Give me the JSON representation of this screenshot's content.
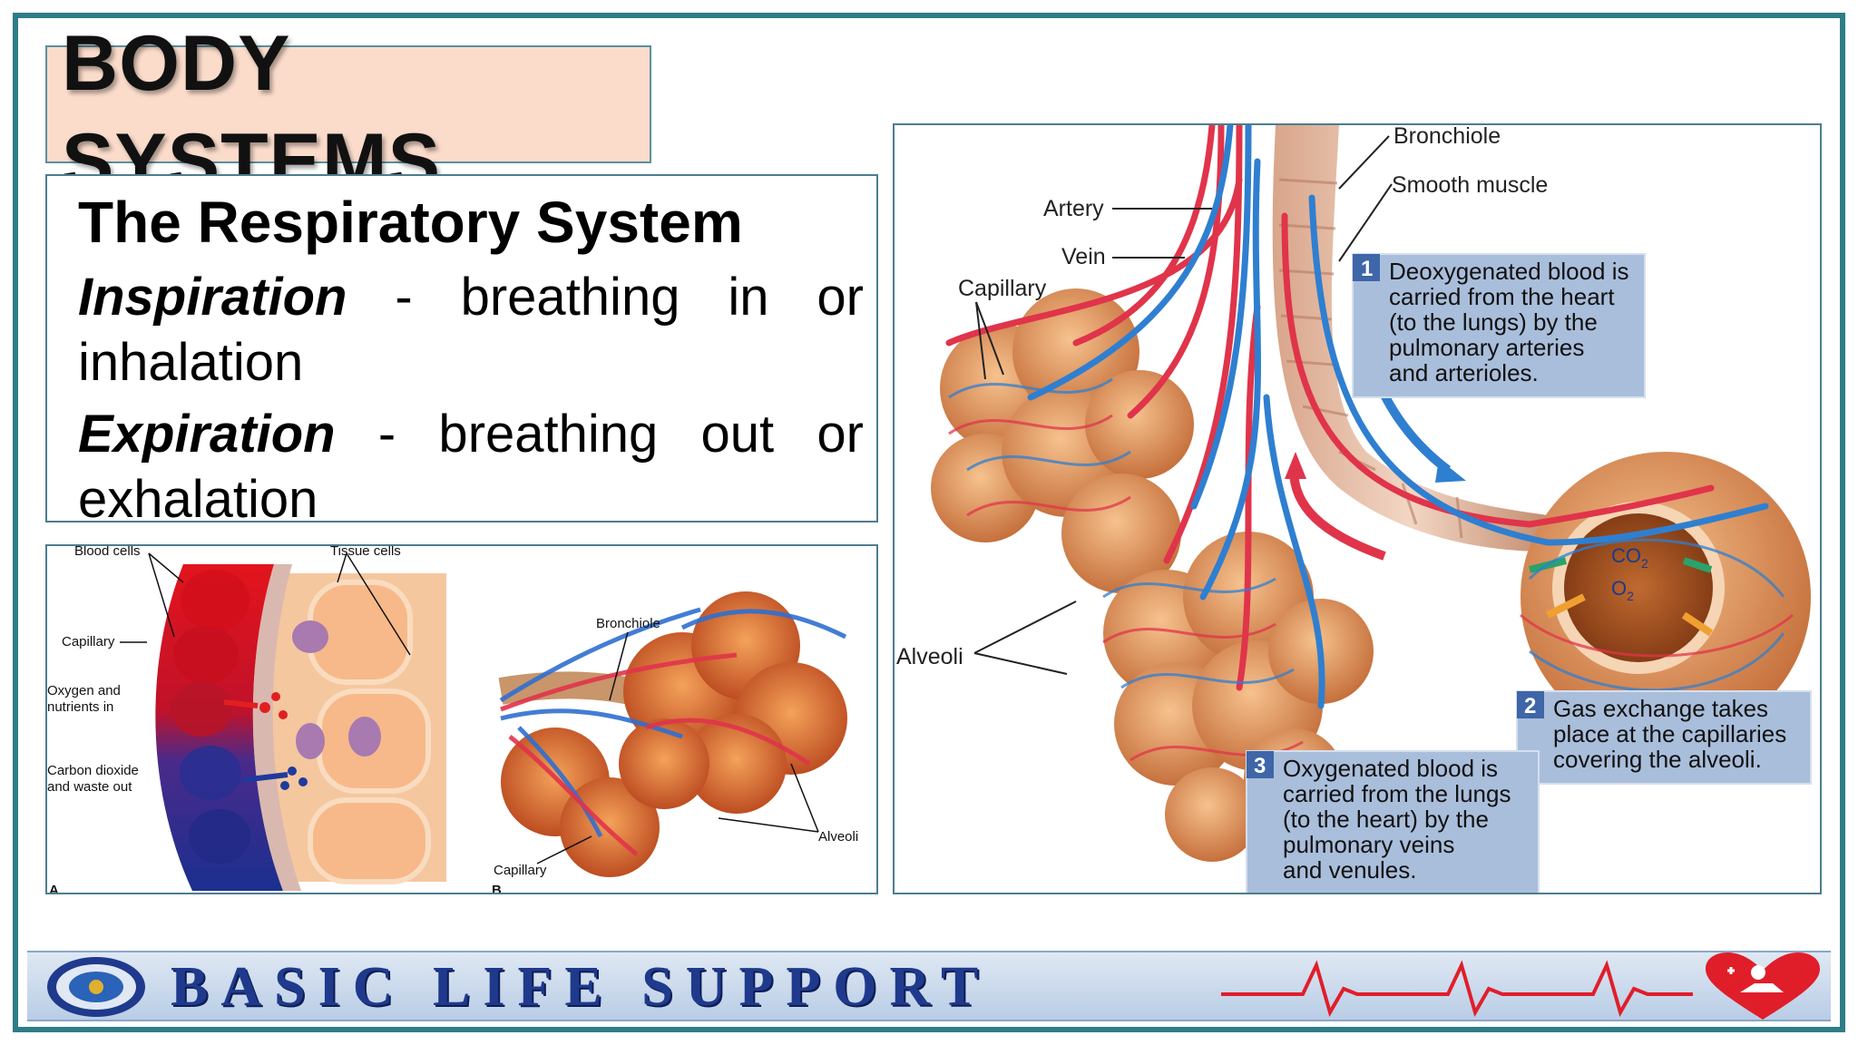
{
  "header": {
    "title": "BODY SYSTEMS"
  },
  "content": {
    "subtitle": "The Respiratory System",
    "definitions": [
      {
        "term": "Inspiration",
        "text": " - breathing in or inhalation"
      },
      {
        "term": "Expiration",
        "text": " - breathing out or exhalation"
      }
    ]
  },
  "left_figure": {
    "panel_a": {
      "labels": {
        "blood_cells": "Blood cells",
        "tissue_cells": "Tissue cells",
        "capillary": "Capillary",
        "oxygen_line1": "Oxygen and",
        "oxygen_line2": "nutrients in",
        "carbon_line1": "Carbon dioxide",
        "carbon_line2": "and waste out",
        "letter": "A"
      }
    },
    "panel_b": {
      "labels": {
        "bronchiole": "Bronchiole",
        "alveoli": "Alveoli",
        "capillary": "Capillary",
        "letter": "B"
      }
    }
  },
  "right_figure": {
    "labels": {
      "bronchiole": "Bronchiole",
      "smooth_muscle": "Smooth muscle",
      "artery": "Artery",
      "vein": "Vein",
      "capillary": "Capillary",
      "alveoli": "Alveoli",
      "co2": "CO",
      "co2_sub": "2",
      "o2": "O",
      "o2_sub": "2"
    },
    "callouts": [
      {
        "number": "1",
        "lines": [
          "Deoxygenated blood is",
          "carried from the heart",
          "(to the lungs) by the",
          "pulmonary arteries",
          "and arterioles."
        ]
      },
      {
        "number": "2",
        "lines": [
          "Gas exchange takes",
          "place at the capillaries",
          "covering the alveoli."
        ]
      },
      {
        "number": "3",
        "lines": [
          "Oxygenated blood is",
          "carried from the lungs",
          "(to the heart) by the",
          "pulmonary veins",
          "and venules."
        ]
      }
    ]
  },
  "footer": {
    "banner_text": "BASIC LIFE SUPPORT",
    "logo_icon": "emblem-seal-icon",
    "heartbeat_icon": "ecg-heartbeat-icon",
    "heart_icon": "cpr-heart-icon"
  },
  "colors": {
    "frame": "#2e7d86",
    "title_bg": "#fbdccb",
    "banner_text": "#1f3a8c",
    "callout_bg": "#a9bedb",
    "artery": "#e0344a",
    "vein": "#2f7fd0",
    "alveolus": "#e8a46a"
  }
}
